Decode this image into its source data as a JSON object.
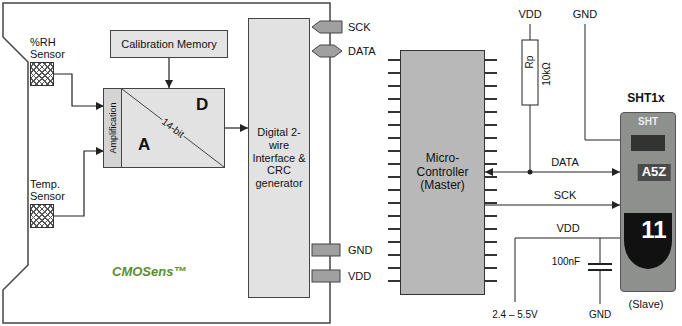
{
  "diagram": {
    "nodes": [
      {
        "text": [
          "%RH Sensor"
        ]
      },
      {
        "text": [
          "Temp. Sensor"
        ]
      },
      {
        "text": [
          "Calibration Memory"
        ]
      },
      {
        "text": [
          "14-bit",
          "D",
          "A"
        ]
      },
      {
        "text": [
          "Amplification"
        ],
        "in": 3
      },
      {
        "text": [
          "Digital 2-wire Interface & CRC generator"
        ]
      },
      {
        "text": [
          "Micro-Controller (Master)"
        ]
      },
      {
        "text": [
          "SHT1x",
          "SHT",
          "A5Z",
          "11",
          "(Slave)"
        ]
      }
    ],
    "edges": [
      {
        "from": 0,
        "to": 4,
        "arrow": "to"
      },
      {
        "from": 1,
        "to": 4,
        "arrow": "to"
      },
      {
        "from": 2,
        "to": 3,
        "arrow": "to"
      },
      {
        "from": 3,
        "to": 5,
        "arrow": "to"
      },
      {
        "from": 6,
        "to": 7,
        "label": "DATA",
        "arrow": "both"
      },
      {
        "from": 6,
        "to": 7,
        "label": "SCK",
        "arrow": "to"
      }
    ],
    "labels": [
      "SCK",
      "DATA",
      "GND",
      "VDD",
      "CMOSens™",
      "VDD",
      "GND",
      "Rp",
      "10kΩ",
      "VDD",
      "100nF",
      "2.4 – 5.5V",
      "GND"
    ]
  }
}
